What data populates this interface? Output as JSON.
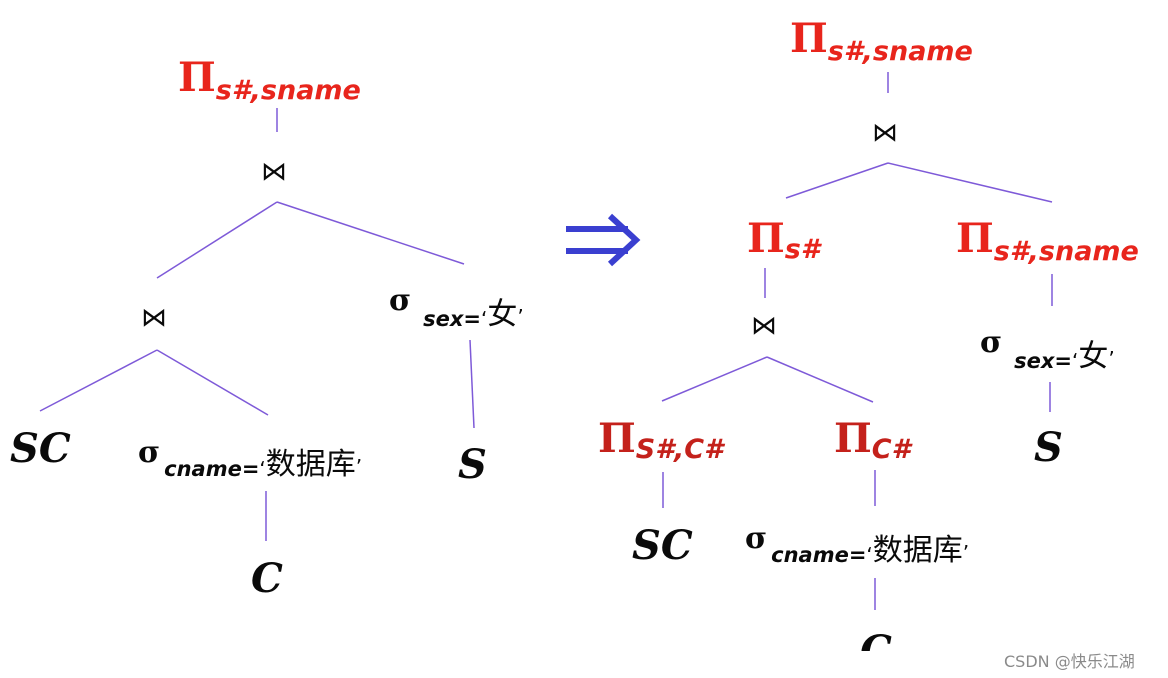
{
  "symbols": {
    "project": "Π",
    "select": "σ",
    "join": "⋈",
    "transform_arrow": "⇒"
  },
  "left_tree": {
    "root_subscript": "s#,sname",
    "selection_sex": {
      "attr": "sex=",
      "open_quote": "‘",
      "value": "女",
      "close_quote": "’"
    },
    "selection_cname": {
      "attr": "cname=",
      "open_quote": "‘",
      "value": "数据库",
      "close_quote": "’"
    },
    "relations": {
      "sc": "SC",
      "c": "C",
      "s": "S"
    }
  },
  "right_tree": {
    "root_subscript": "s#,sname",
    "left_projection_subscript": "s#",
    "right_projection_subscript": "s#,sname",
    "sc_projection_subscript": "S#,C#",
    "c_projection_subscript": "C#",
    "selection_sex": {
      "attr": "sex=",
      "open_quote": "‘",
      "value": "女",
      "close_quote": "’"
    },
    "selection_cname": {
      "attr": "cname=",
      "open_quote": "‘",
      "value": "数据库",
      "close_quote": "’"
    },
    "relations": {
      "sc": "SC",
      "c": "C",
      "s": "S"
    }
  },
  "watermark": "CSDN @快乐江湖",
  "colors": {
    "projection": "#e8251c",
    "projection_lower": "#c4211b",
    "edges": "#7e5ad8",
    "arrow": "#3a3fd0",
    "text": "#0a0a0a"
  }
}
